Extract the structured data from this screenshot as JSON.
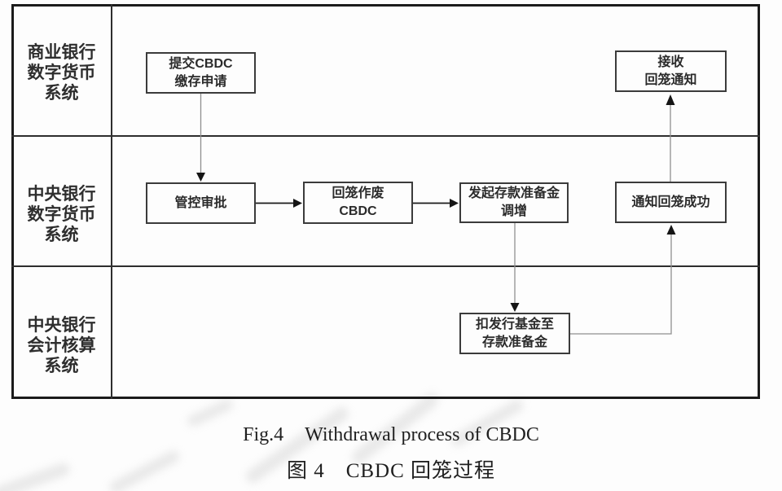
{
  "figure": {
    "caption_en_label": "Fig.4",
    "caption_en_title": "Withdrawal process of CBDC",
    "caption_zh_label": "图 4",
    "caption_zh_title": "CBDC 回笼过程"
  },
  "diagram": {
    "lanes": [
      {
        "id": "commercial-bank-digital-currency-system",
        "label": "商业银行\n数字货币\n系统"
      },
      {
        "id": "central-bank-digital-currency-system",
        "label": "中央银行\n数字货币\n系统"
      },
      {
        "id": "central-bank-accounting-system",
        "label": "中央银行\n会计核算\n系统"
      }
    ],
    "nodes": [
      {
        "id": "submit-application",
        "lane": "商业银行数字货币系统",
        "label": "提交CBDC\n缴存申请"
      },
      {
        "id": "receive-notice",
        "lane": "商业银行数字货币系统",
        "label": "接收\n回笼通知"
      },
      {
        "id": "control-approval",
        "lane": "中央银行数字货币系统",
        "label": "管控审批"
      },
      {
        "id": "withdraw-invalidate-cbdc",
        "lane": "中央银行数字货币系统",
        "label": "回笼作废\nCBDC"
      },
      {
        "id": "initiate-reserve-increase",
        "lane": "中央银行数字货币系统",
        "label": "发起存款准备金\n调增"
      },
      {
        "id": "notify-withdrawal-success",
        "lane": "中央银行数字货币系统",
        "label": "通知回笼成功"
      },
      {
        "id": "deduct-issuance-fund",
        "lane": "中央银行会计核算系统",
        "label": "扣发行基金至\n存款准备金"
      }
    ],
    "edges": [
      {
        "from": "submit-application",
        "to": "control-approval"
      },
      {
        "from": "control-approval",
        "to": "withdraw-invalidate-cbdc"
      },
      {
        "from": "withdraw-invalidate-cbdc",
        "to": "initiate-reserve-increase"
      },
      {
        "from": "initiate-reserve-increase",
        "to": "deduct-issuance-fund"
      },
      {
        "from": "deduct-issuance-fund",
        "to": "notify-withdrawal-success"
      },
      {
        "from": "notify-withdrawal-success",
        "to": "receive-notice"
      }
    ]
  },
  "colors": {
    "ink": "#1b1b1b",
    "box_border": "#3b3b3b",
    "connector_gray": "#8f8f8f",
    "background": "#fdfdfd"
  }
}
